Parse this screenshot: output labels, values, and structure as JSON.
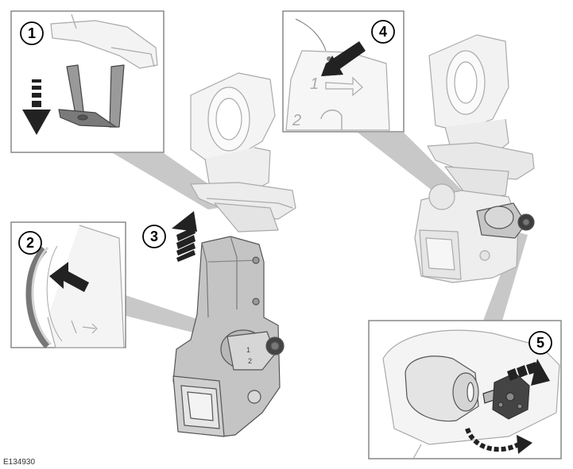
{
  "figure": {
    "reference_code": "E134930",
    "steps": [
      {
        "number": "1"
      },
      {
        "number": "2"
      },
      {
        "number": "3"
      },
      {
        "number": "4"
      },
      {
        "number": "5"
      }
    ],
    "lock_markings": {
      "mark_1": "1",
      "mark_2": "2",
      "mark_small_1": "1",
      "mark_small_2": "2"
    }
  }
}
